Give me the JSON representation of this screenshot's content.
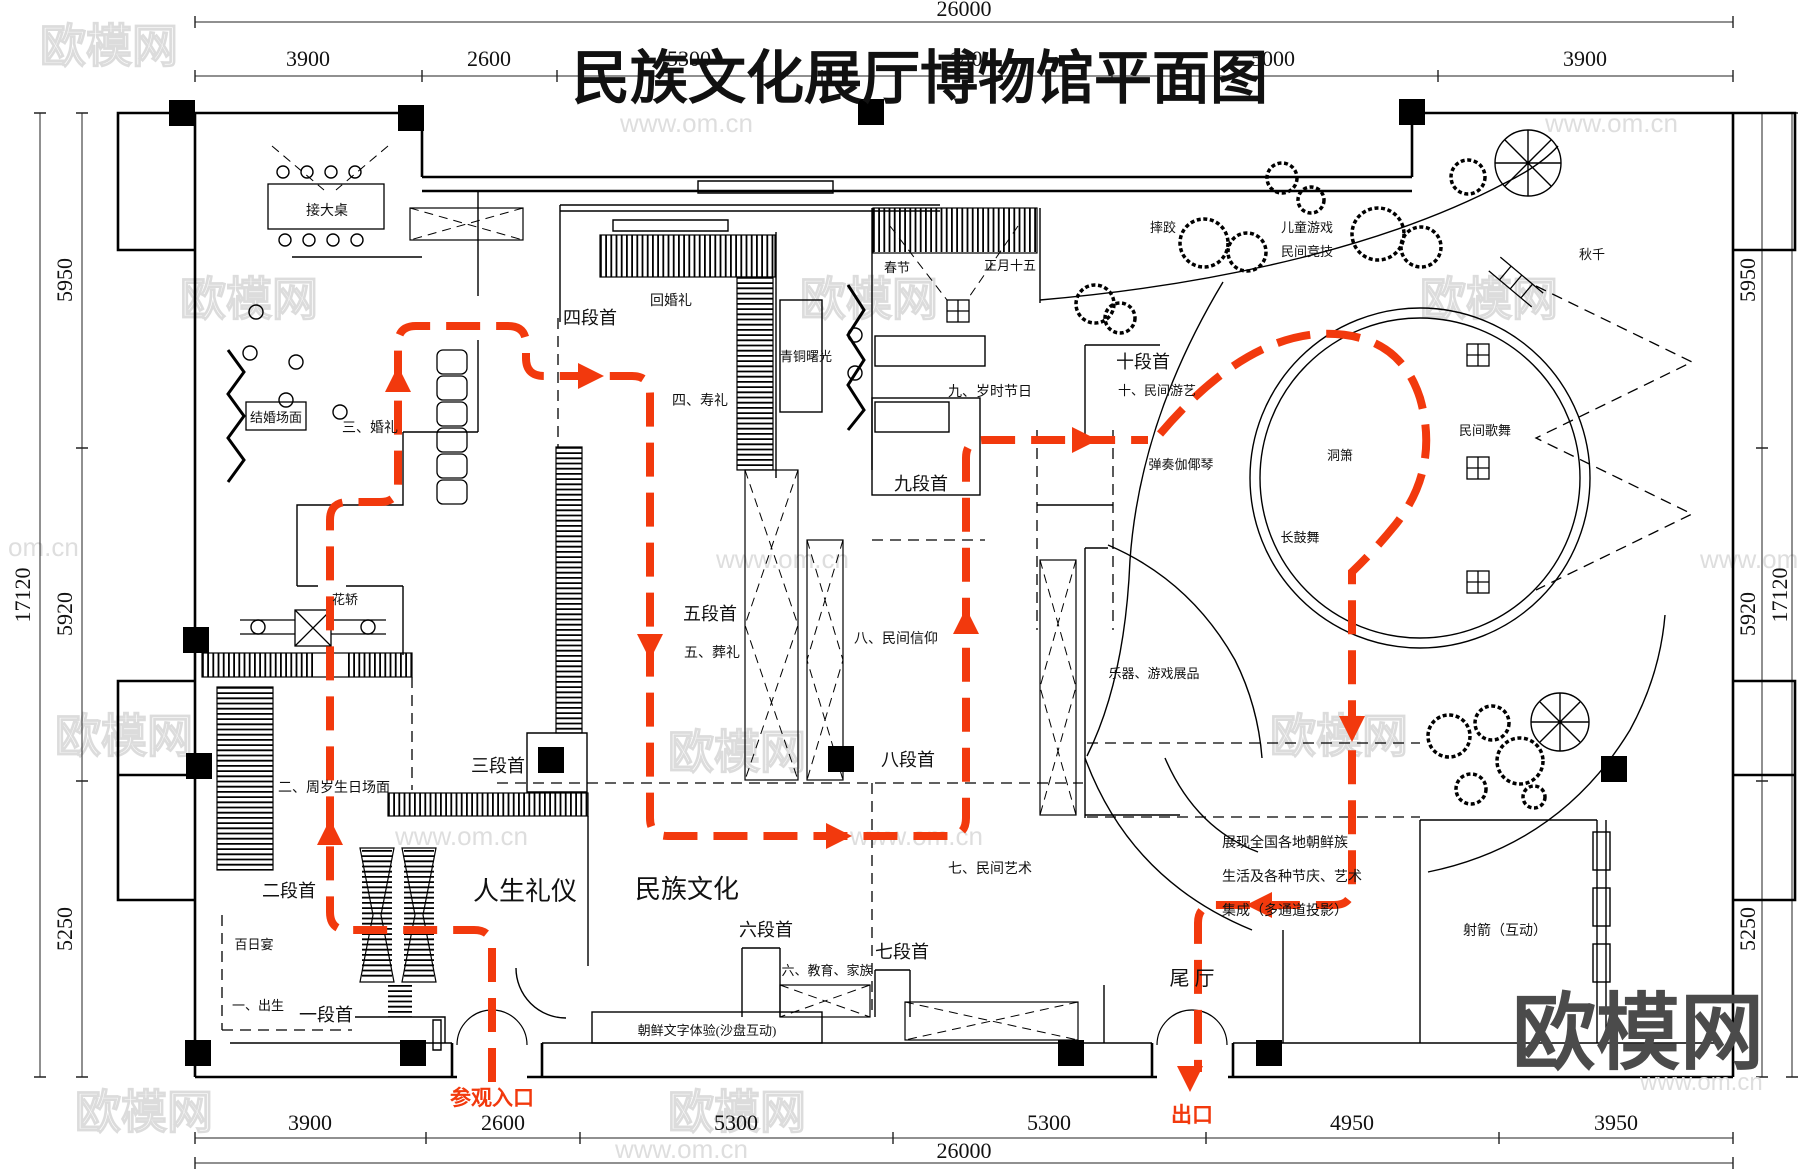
{
  "title": "民族文化展厅博物馆平面图",
  "route": {
    "color": "#f2390d",
    "entrance": "参观入口",
    "exit": "出口"
  },
  "dims": {
    "top_total": "26000",
    "bottom_total": "26000",
    "left_total": "17120",
    "right_total": "17120",
    "top_segments": [
      "3900",
      "2600",
      "5300",
      "140",
      "5000",
      "3900"
    ],
    "bottom_segments": [
      "3900",
      "2600",
      "5300",
      "5300",
      "4950",
      "3950"
    ],
    "left_segments": [
      "5950",
      "5920",
      "5250"
    ],
    "right_segments": [
      "5950",
      "5920",
      "5250"
    ]
  },
  "labels": {
    "jie_da_zhuo": "接大桌",
    "jiehun_changmian": "结婚场面",
    "hunli": "三、婚礼",
    "duan4": "四段首",
    "huihunli": "回婚礼",
    "shouli": "四、寿礼",
    "qingtong": "青铜曙光",
    "chunjie": "春节",
    "zhengyue": "正月十五",
    "suishi": "九、岁时节日",
    "duan9": "九段首",
    "shuaijiao": "摔跤",
    "ertong": "儿童游戏",
    "minjian_jingji": "民间竞技",
    "duan10": "十段首",
    "minjian_youyi": "十、民间游艺",
    "qiuqian": "秋千",
    "minjian_gewu": "民间歌舞",
    "dongxiao": "洞箫",
    "tanzou": "弹奏伽倻琴",
    "changguwu": "长鼓舞",
    "duan5": "五段首",
    "zangli": "五、葬礼",
    "minjian_xinyang": "八、民间信仰",
    "huajiao": "花轿",
    "yueqi": "乐器、游戏展品",
    "zhousui": "二、周岁生日场面",
    "duan3": "三段首",
    "duan8": "八段首",
    "minjian_yishu": "七、民间艺术",
    "duan2": "二段首",
    "rensheng_liyi": "人生礼仪",
    "minzu_wenhua": "民族文化",
    "bairiyan": "百日宴",
    "duan6": "六段首",
    "duan7": "七段首",
    "jiaoyu": "六、教育、家族",
    "chusheng": "一、出生",
    "duan1": "一段首",
    "chaoxian": "朝鲜文字体验(沙盘互动)",
    "proj1": "展现全国各地朝鲜族",
    "proj2": "生活及各种节庆、艺术",
    "proj3": "集成（多通道投影）",
    "shejian": "射箭（互动）",
    "weiting": "尾 厅"
  },
  "watermark": {
    "brand": "欧模网",
    "site": "www.om.cn",
    "site_short": "om.cn"
  }
}
